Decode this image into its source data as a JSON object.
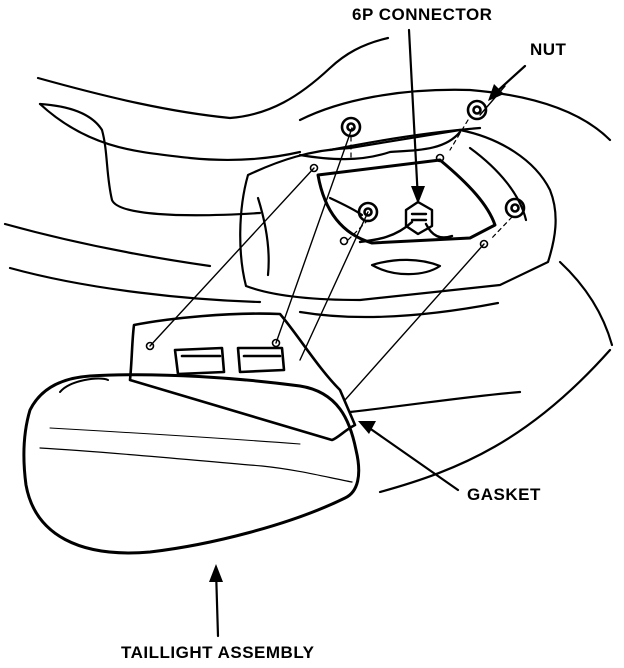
{
  "labels": {
    "connector": "6P CONNECTOR",
    "nut": "NUT",
    "gasket": "GASKET",
    "taillight": "TAILLIGHT ASSEMBLY"
  }
}
